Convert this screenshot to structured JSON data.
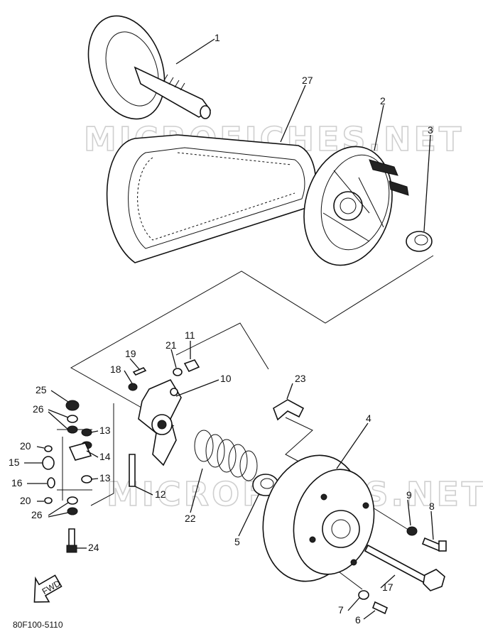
{
  "watermark": "MICROFICHES.NET",
  "diagram_code": "80F100-5110",
  "fwd_label": "FWD",
  "labels": {
    "p1": "1",
    "p2": "2",
    "p3": "3",
    "p4": "4",
    "p5": "5",
    "p6": "6",
    "p7": "7",
    "p8": "8",
    "p9": "9",
    "p10": "10",
    "p11": "11",
    "p12": "12",
    "p13a": "13",
    "p13b": "13",
    "p14": "14",
    "p15": "15",
    "p16": "16",
    "p17": "17",
    "p18": "18",
    "p19": "19",
    "p20a": "20",
    "p20b": "20",
    "p21": "21",
    "p22": "22",
    "p23": "23",
    "p24": "24",
    "p25": "25",
    "p26a": "26",
    "p26b": "26",
    "p27": "27"
  }
}
